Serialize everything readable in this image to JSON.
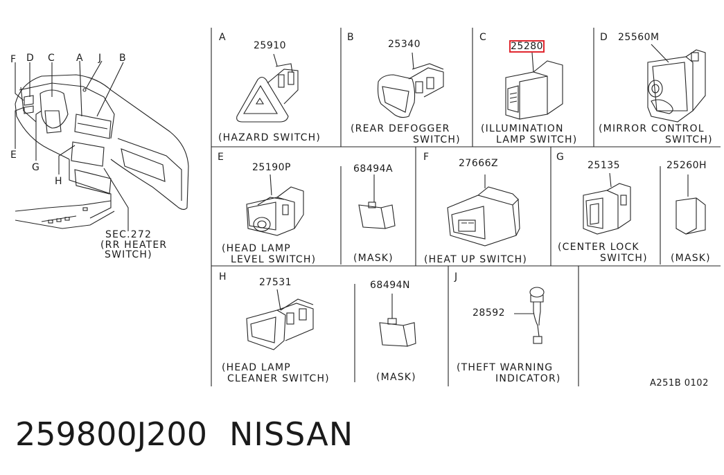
{
  "dashboard": {
    "callouts": [
      "F",
      "D",
      "C",
      "A",
      "J",
      "B",
      "E",
      "G",
      "H"
    ],
    "sec_ref": "SEC.272",
    "sec_caption_1": "(RR HEATER",
    "sec_caption_2": "SWITCH)"
  },
  "panels": {
    "A": {
      "letter": "A",
      "part": "25910",
      "caption_1": "(HAZARD SWITCH)"
    },
    "B": {
      "letter": "B",
      "part": "25340",
      "caption_1": "(REAR DEFOGGER",
      "caption_2": "SWITCH)"
    },
    "C": {
      "letter": "C",
      "part": "25280",
      "caption_1": "(ILLUMINATION",
      "caption_2": "LAMP SWITCH)"
    },
    "D": {
      "letter": "D",
      "part": "25560M",
      "caption_1": "(MIRROR CONTROL",
      "caption_2": "SWITCH)"
    },
    "E": {
      "letter": "E",
      "part": "25190P",
      "caption_1": "(HEAD LAMP",
      "caption_2": "LEVEL SWITCH)",
      "mask_part": "68494A",
      "mask_caption": "(MASK)"
    },
    "F": {
      "letter": "F",
      "part": "27666Z",
      "caption_1": "(HEAT UP SWITCH)"
    },
    "G": {
      "letter": "G",
      "part": "25135",
      "caption_1": "(CENTER LOCK",
      "caption_2": "SWITCH)",
      "mask_part": "25260H",
      "mask_caption": "(MASK)"
    },
    "H": {
      "letter": "H",
      "part": "27531",
      "caption_1": "(HEAD LAMP",
      "caption_2": "CLEANER SWITCH)",
      "mask_part": "68494N",
      "mask_caption": "(MASK)"
    },
    "J": {
      "letter": "J",
      "part": "28592",
      "caption_1": "(THEFT WARNING",
      "caption_2": "INDICATOR)"
    }
  },
  "reference_code": "A251B 0102",
  "footer": {
    "part_number": "259800J200",
    "brand": "NISSAN"
  },
  "highlight_color": "#e0262e"
}
